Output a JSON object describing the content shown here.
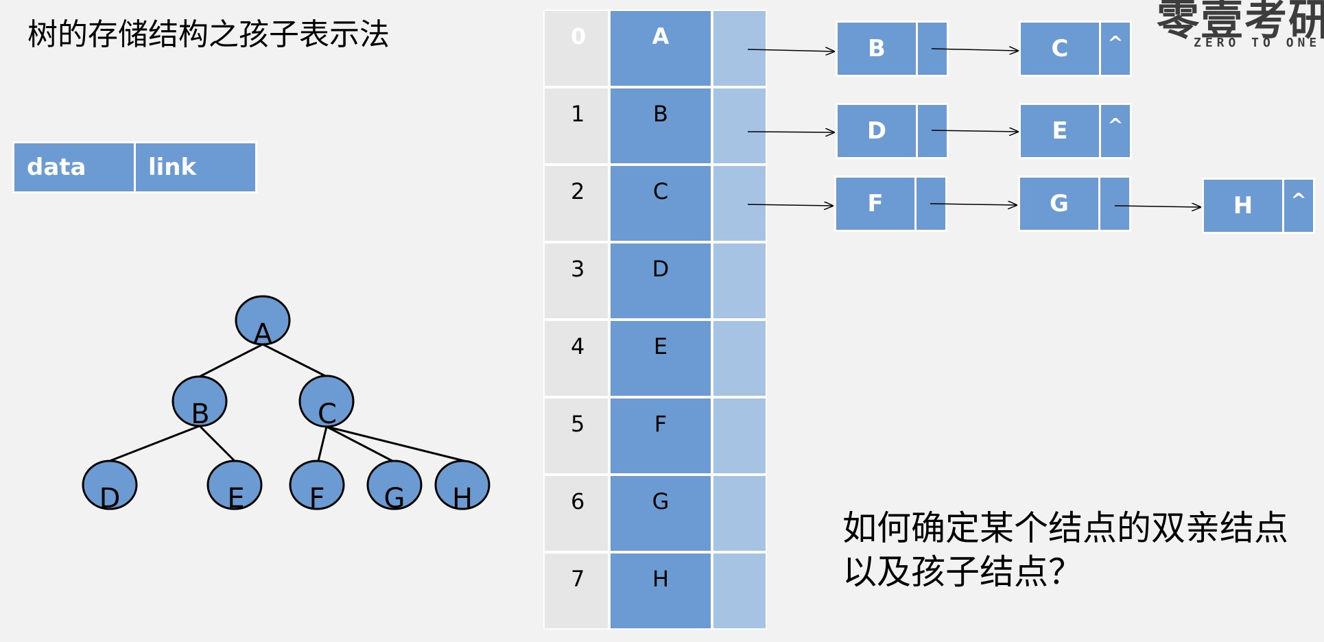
{
  "title": "树的存储结构之孩子表示法",
  "node_def": {
    "data_label": "data",
    "link_label": "link"
  },
  "table": {
    "rows": [
      {
        "index": "0",
        "data": "A"
      },
      {
        "index": "1",
        "data": "B"
      },
      {
        "index": "2",
        "data": "C"
      },
      {
        "index": "3",
        "data": "D"
      },
      {
        "index": "4",
        "data": "E"
      },
      {
        "index": "5",
        "data": "F"
      },
      {
        "index": "6",
        "data": "G"
      },
      {
        "index": "7",
        "data": "H"
      }
    ]
  },
  "child_lists": [
    {
      "row": 0,
      "nodes": [
        {
          "data": "B",
          "next": ""
        },
        {
          "data": "C",
          "next": "^"
        }
      ]
    },
    {
      "row": 1,
      "nodes": [
        {
          "data": "D",
          "next": ""
        },
        {
          "data": "E",
          "next": "^"
        }
      ]
    },
    {
      "row": 2,
      "nodes": [
        {
          "data": "F",
          "next": ""
        },
        {
          "data": "G",
          "next": ""
        },
        {
          "data": "H",
          "next": "^"
        }
      ]
    }
  ],
  "tree": {
    "nodes": [
      "A",
      "B",
      "C",
      "D",
      "E",
      "F",
      "G",
      "H"
    ],
    "edges": [
      [
        "A",
        "B"
      ],
      [
        "A",
        "C"
      ],
      [
        "B",
        "D"
      ],
      [
        "B",
        "E"
      ],
      [
        "C",
        "F"
      ],
      [
        "C",
        "G"
      ],
      [
        "C",
        "H"
      ]
    ],
    "node_color": "#6b9bd2"
  },
  "question": {
    "line1": "如何确定某个结点的双亲结点",
    "line2": "以及孩子结点？"
  },
  "logo": {
    "top": "零壹考研",
    "sub": "ZERO TO ONE"
  },
  "colors": {
    "primary": "#6b9bd2",
    "pointer": "#a6c3e3",
    "index_bg": "#e6e6e6",
    "background": "#f2f2f2"
  }
}
